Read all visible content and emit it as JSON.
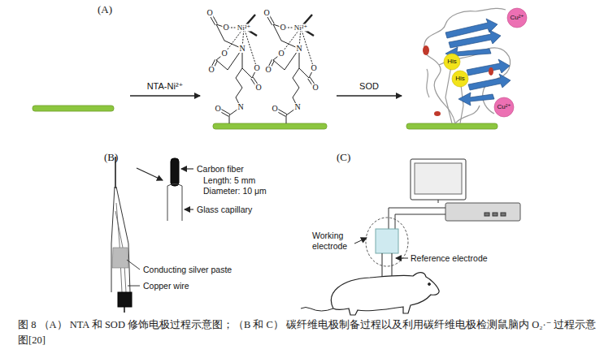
{
  "diagram": {
    "caption": "图 8 （A） NTA 和 SOD 修饰电极过程示意图；（B 和 C） 碳纤维电极制备过程以及利用碳纤维电极检测鼠脑内 O₂·⁻ 过程示意图[20]",
    "labels": [
      "(A)",
      "NTA-Ni²⁺",
      "O",
      "O",
      "Ni²⁺",
      "N",
      "O",
      "O",
      "O",
      "O",
      "N",
      "O",
      "O",
      "O",
      "Ni²⁺",
      "N",
      "O",
      "O",
      "O",
      "O",
      "N",
      "O",
      "SOD",
      "Cu²⁺",
      "His",
      "His",
      "Cu²⁺",
      "(B)",
      "Carbon fiber",
      "Length: 5 mm",
      "Diameter: 10 μm",
      "Glass capillary",
      "Conducting silver paste",
      "Copper wire",
      "(C)",
      "Working electrode",
      "Reference electrode"
    ]
  }
}
